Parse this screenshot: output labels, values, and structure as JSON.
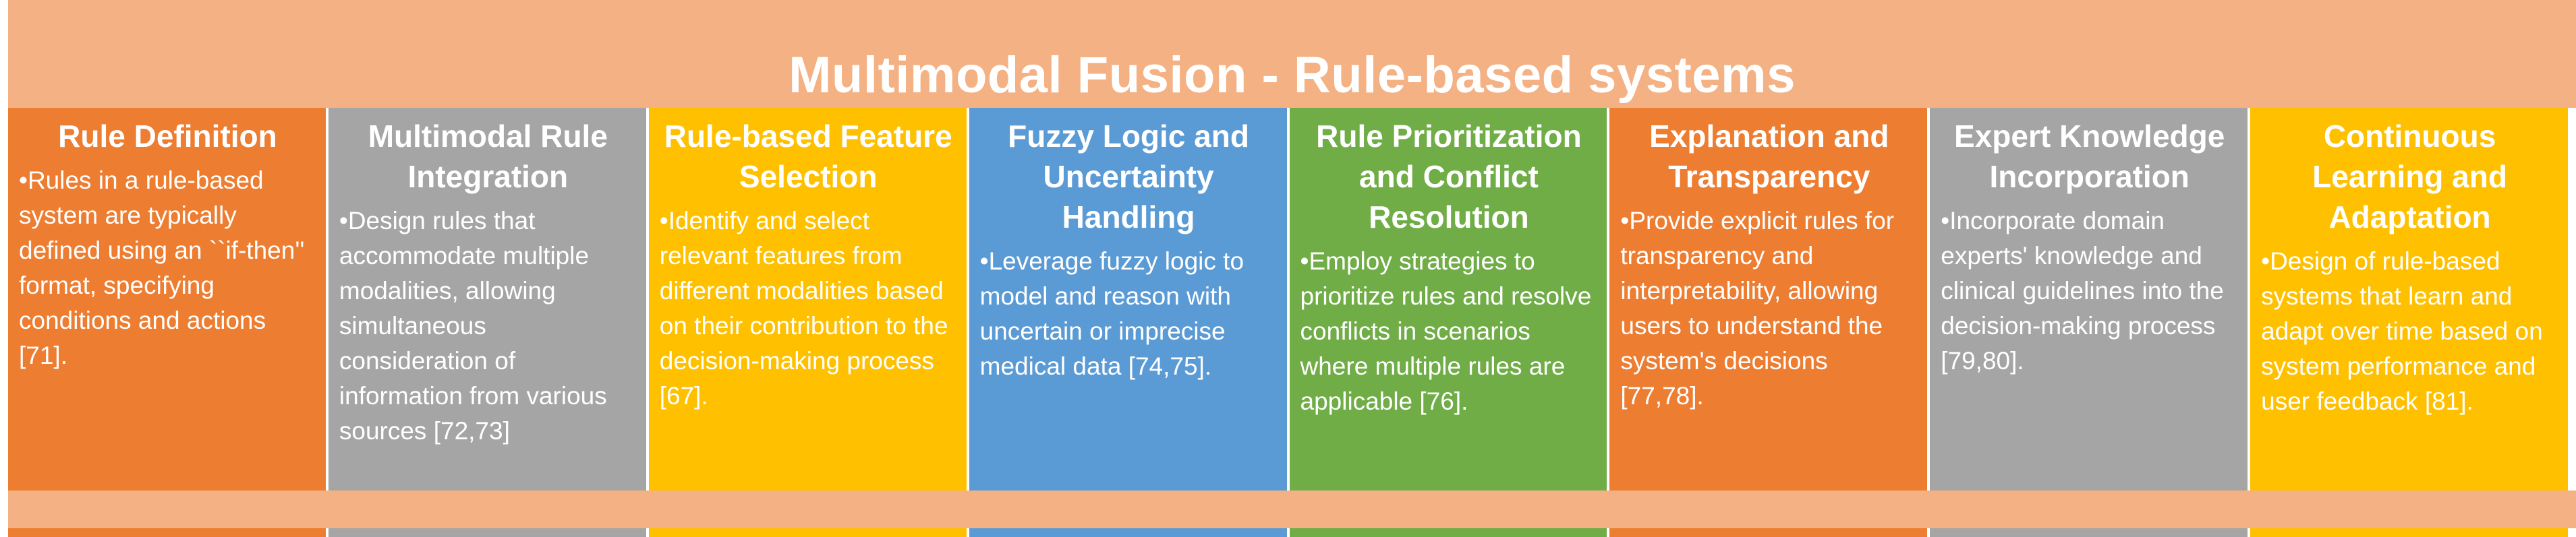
{
  "title": "Multimodal Fusion - Rule-based systems",
  "colors": {
    "banner": "#f4b183",
    "orange": "#ed7d31",
    "gray": "#a5a5a5",
    "gold": "#ffc000",
    "blue": "#5b9bd5",
    "green": "#70ad47"
  },
  "columns": [
    {
      "heading": "Rule Definition",
      "body": "•Rules in a rule-based system are typically defined using an ``if-then'' format, specifying conditions and actions [71].",
      "color": "#ed7d31"
    },
    {
      "heading": "Multimodal Rule Integration",
      "body": "•Design rules that accommodate multiple modalities, allowing simultaneous consideration of information from various sources [72,73]",
      "color": "#a5a5a5"
    },
    {
      "heading": "Rule-based Feature Selection",
      "body": "•Identify and select relevant features from different modalities based on their contribution to the decision-making process [67].",
      "color": "#ffc000"
    },
    {
      "heading": "Fuzzy Logic and Uncertainty Handling",
      "body": "•Leverage fuzzy logic to model and reason with uncertain or imprecise medical data [74,75].",
      "color": "#5b9bd5"
    },
    {
      "heading": "Rule Prioritization and Conflict Resolution",
      "body": "•Employ strategies to prioritize rules and resolve conflicts in scenarios where multiple rules are applicable [76].",
      "color": "#70ad47"
    },
    {
      "heading": "Explanation and Transparency",
      "body": "•Provide explicit rules for transparency and interpretability, allowing users to understand the system's decisions [77,78].",
      "color": "#ed7d31"
    },
    {
      "heading": "Expert Knowledge Incorporation",
      "body": "•Incorporate domain experts' knowledge and clinical guidelines into the decision-making process [79,80].",
      "color": "#a5a5a5"
    },
    {
      "heading": "Continuous Learning and Adaptation",
      "body": "•Design of rule-based systems that learn and adapt over time based on system performance and user feedback [81].",
      "color": "#ffc000"
    }
  ]
}
